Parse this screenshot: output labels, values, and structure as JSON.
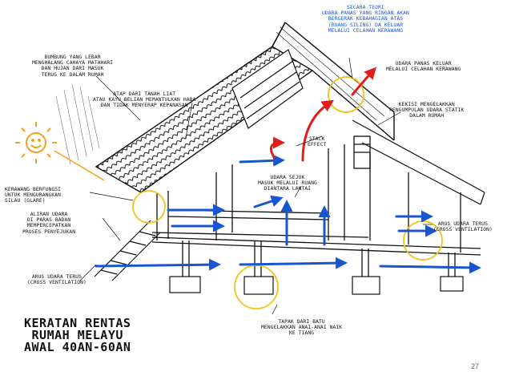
{
  "labels": {
    "roof_wide": "BUMBUNG YANG LEBAR\nMENGHALANG CAHAYA MATAHARI\nDAN HUJAN DARI MASUK\nTERUS KE DALAM RUMAH",
    "attap": "ATAP DARI TANAH LIAT\nATAU KAYU BELIAN MEMANTULKAN HABA\nDAN TIDAK MENYERAP KEPANASAN",
    "theory": "SECARA TEORI\nUDARA PANAS YANG RINGAN AKAN\nBERGERAK KEBAHAGIAN ATAS\n(RUANG SILING) DA KELUAR\nMELALUI CELAHAN KERAWANG",
    "hot_air_out": "UDARA PANAS KELUAR\nMELALUI CELAHAN KERAWANG",
    "stack_effect": "STACK\nEFFECT",
    "ceiling": "KEKISI MENGELAKKAN\nPENGUMPULAN UDARA STATIK\nDALAM RUMAH",
    "kerawang": "KERAWANG BERFUNGSI\nUNTUK MENGURANGKAN\nSILAU (GLARE)",
    "cool_air": "UDARA SEJUK\nMASUK MELALUI RUANG\nDIANTARA LANTAI",
    "body_level": "ALIRAN UDARA\nDI PARAS BADAN\nMEMPERCEPATKAN\nPROSES PENYEJUKAN",
    "cross_right": "ARUS UDARA TERUS\n(CROSS VENTILATION)",
    "cross_left": "ARUS UDARA TERUS\n(CROSS VENTILATION)",
    "footing": "TAPAK DARI BATU\nMENGELAKKAN ANAI-ANAI NAIK\nKE TIANG"
  },
  "title": "KERATAN RENTAS\n RUMAH MELAYU\nAWAL 40AN-60AN",
  "page_number": "27",
  "colors": {
    "ink": "#111111",
    "air": "#1a55d0",
    "hot": "#e21b1b",
    "highlight": "#f2c21b",
    "sun": "#f5a020"
  }
}
